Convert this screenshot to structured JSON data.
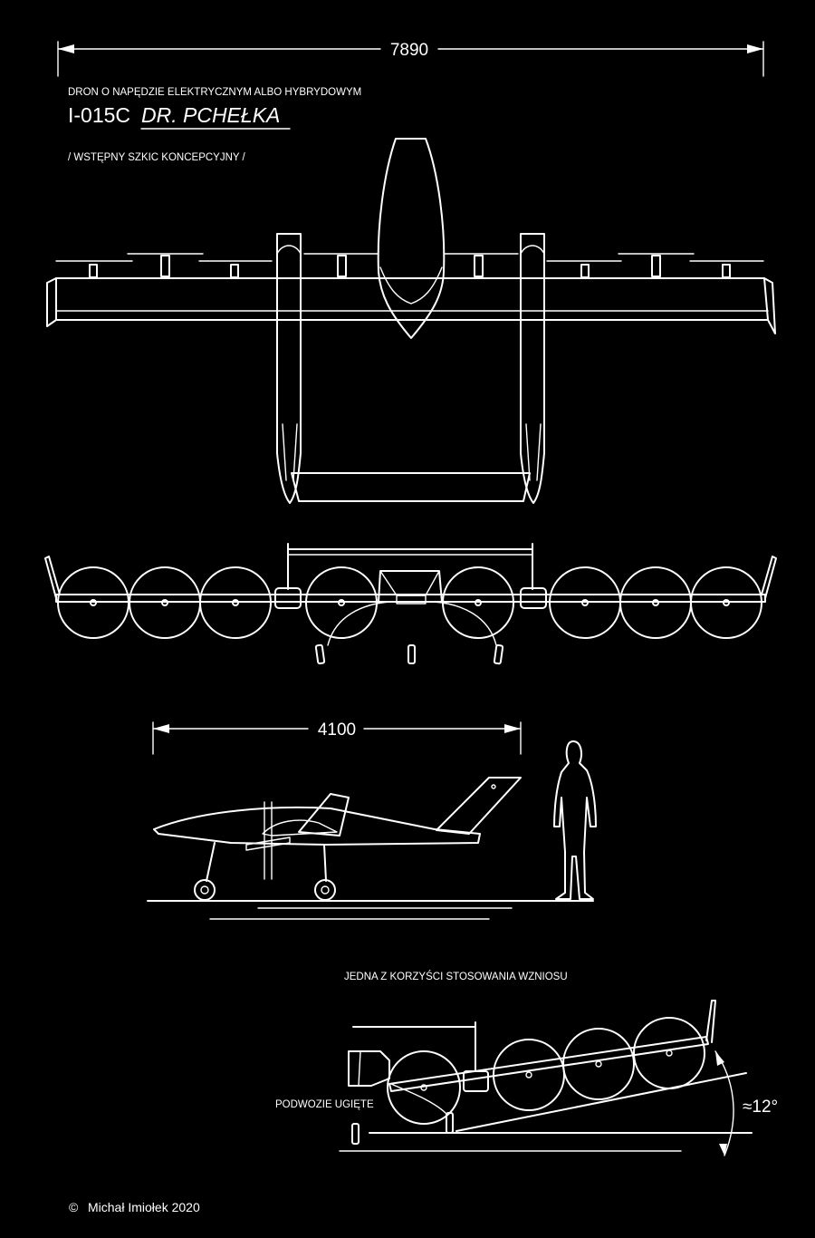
{
  "texts": {
    "span_dim": "7890",
    "subtitle": "DRON O NAPĘDZIE ELEKTRYCZNYM ALBO HYBRYDOWYM",
    "model_code": "I-015C",
    "model_name": "DR. PCHEŁKA",
    "concept_note": "/ WSTĘPNY SZKIC KONCEPCYJNY /",
    "length_dim": "4100",
    "advantage_heading": "JEDNA Z KORZYŚCI STOSOWANIA WZNIOSU",
    "gear_label": "PODWOZIE UGIĘTE",
    "angle_label": "≈12°",
    "copyright": "Michał Imiołek 2020",
    "copyright_symbol": "©"
  },
  "colors": {
    "background": "#000000",
    "lines": "#ffffff"
  }
}
